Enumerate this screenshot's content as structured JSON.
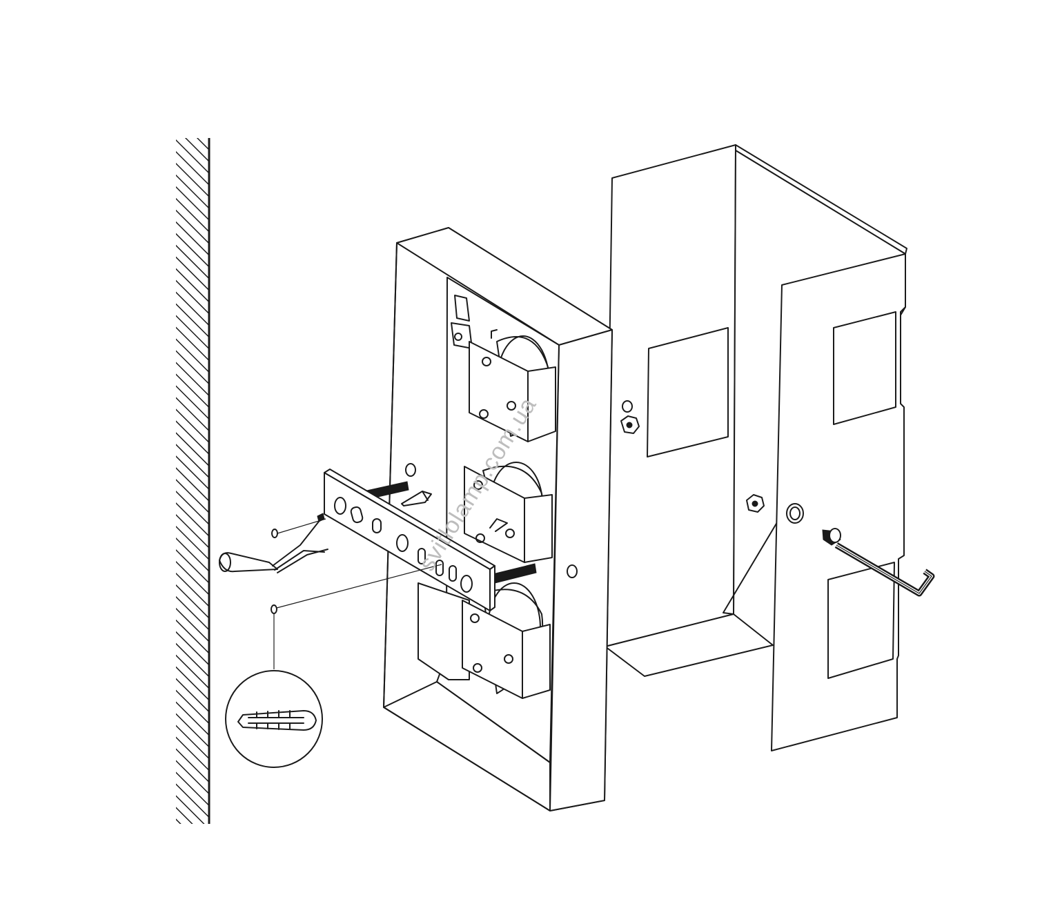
{
  "figure": {
    "watermark": "svitlolamp.com.ua",
    "colors": {
      "line": "#1a1a1a",
      "background": "#ffffff",
      "watermark": "#bdbdbd"
    },
    "parts": [
      "hatched-wall",
      "wall-plug-and-wires",
      "mounting-bracket",
      "screws",
      "lamp-housing-with-three-spotlights",
      "u-shaped-cover",
      "hex-nuts",
      "allen-key",
      "wall-plug-detail-callout"
    ]
  }
}
